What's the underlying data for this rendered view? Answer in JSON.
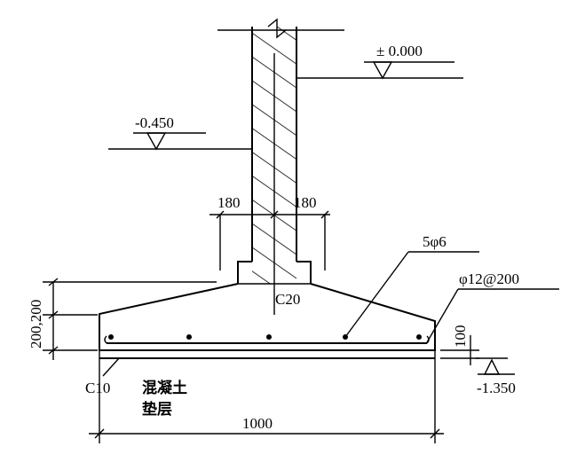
{
  "labels": {
    "elev_ground": "± 0.000",
    "elev_outdoor": "-0.450",
    "wall_left": "180",
    "wall_right": "180",
    "bars_top": "5φ6",
    "bars_main": "φ12@200",
    "grade_footing": "C20",
    "dim_heights": "200,200",
    "dim_bed": "100",
    "elev_bottom": "-1.350",
    "grade_bed": "C10",
    "bed_material": "混凝土",
    "bed_layer": "垫层",
    "dim_width": "1000"
  }
}
